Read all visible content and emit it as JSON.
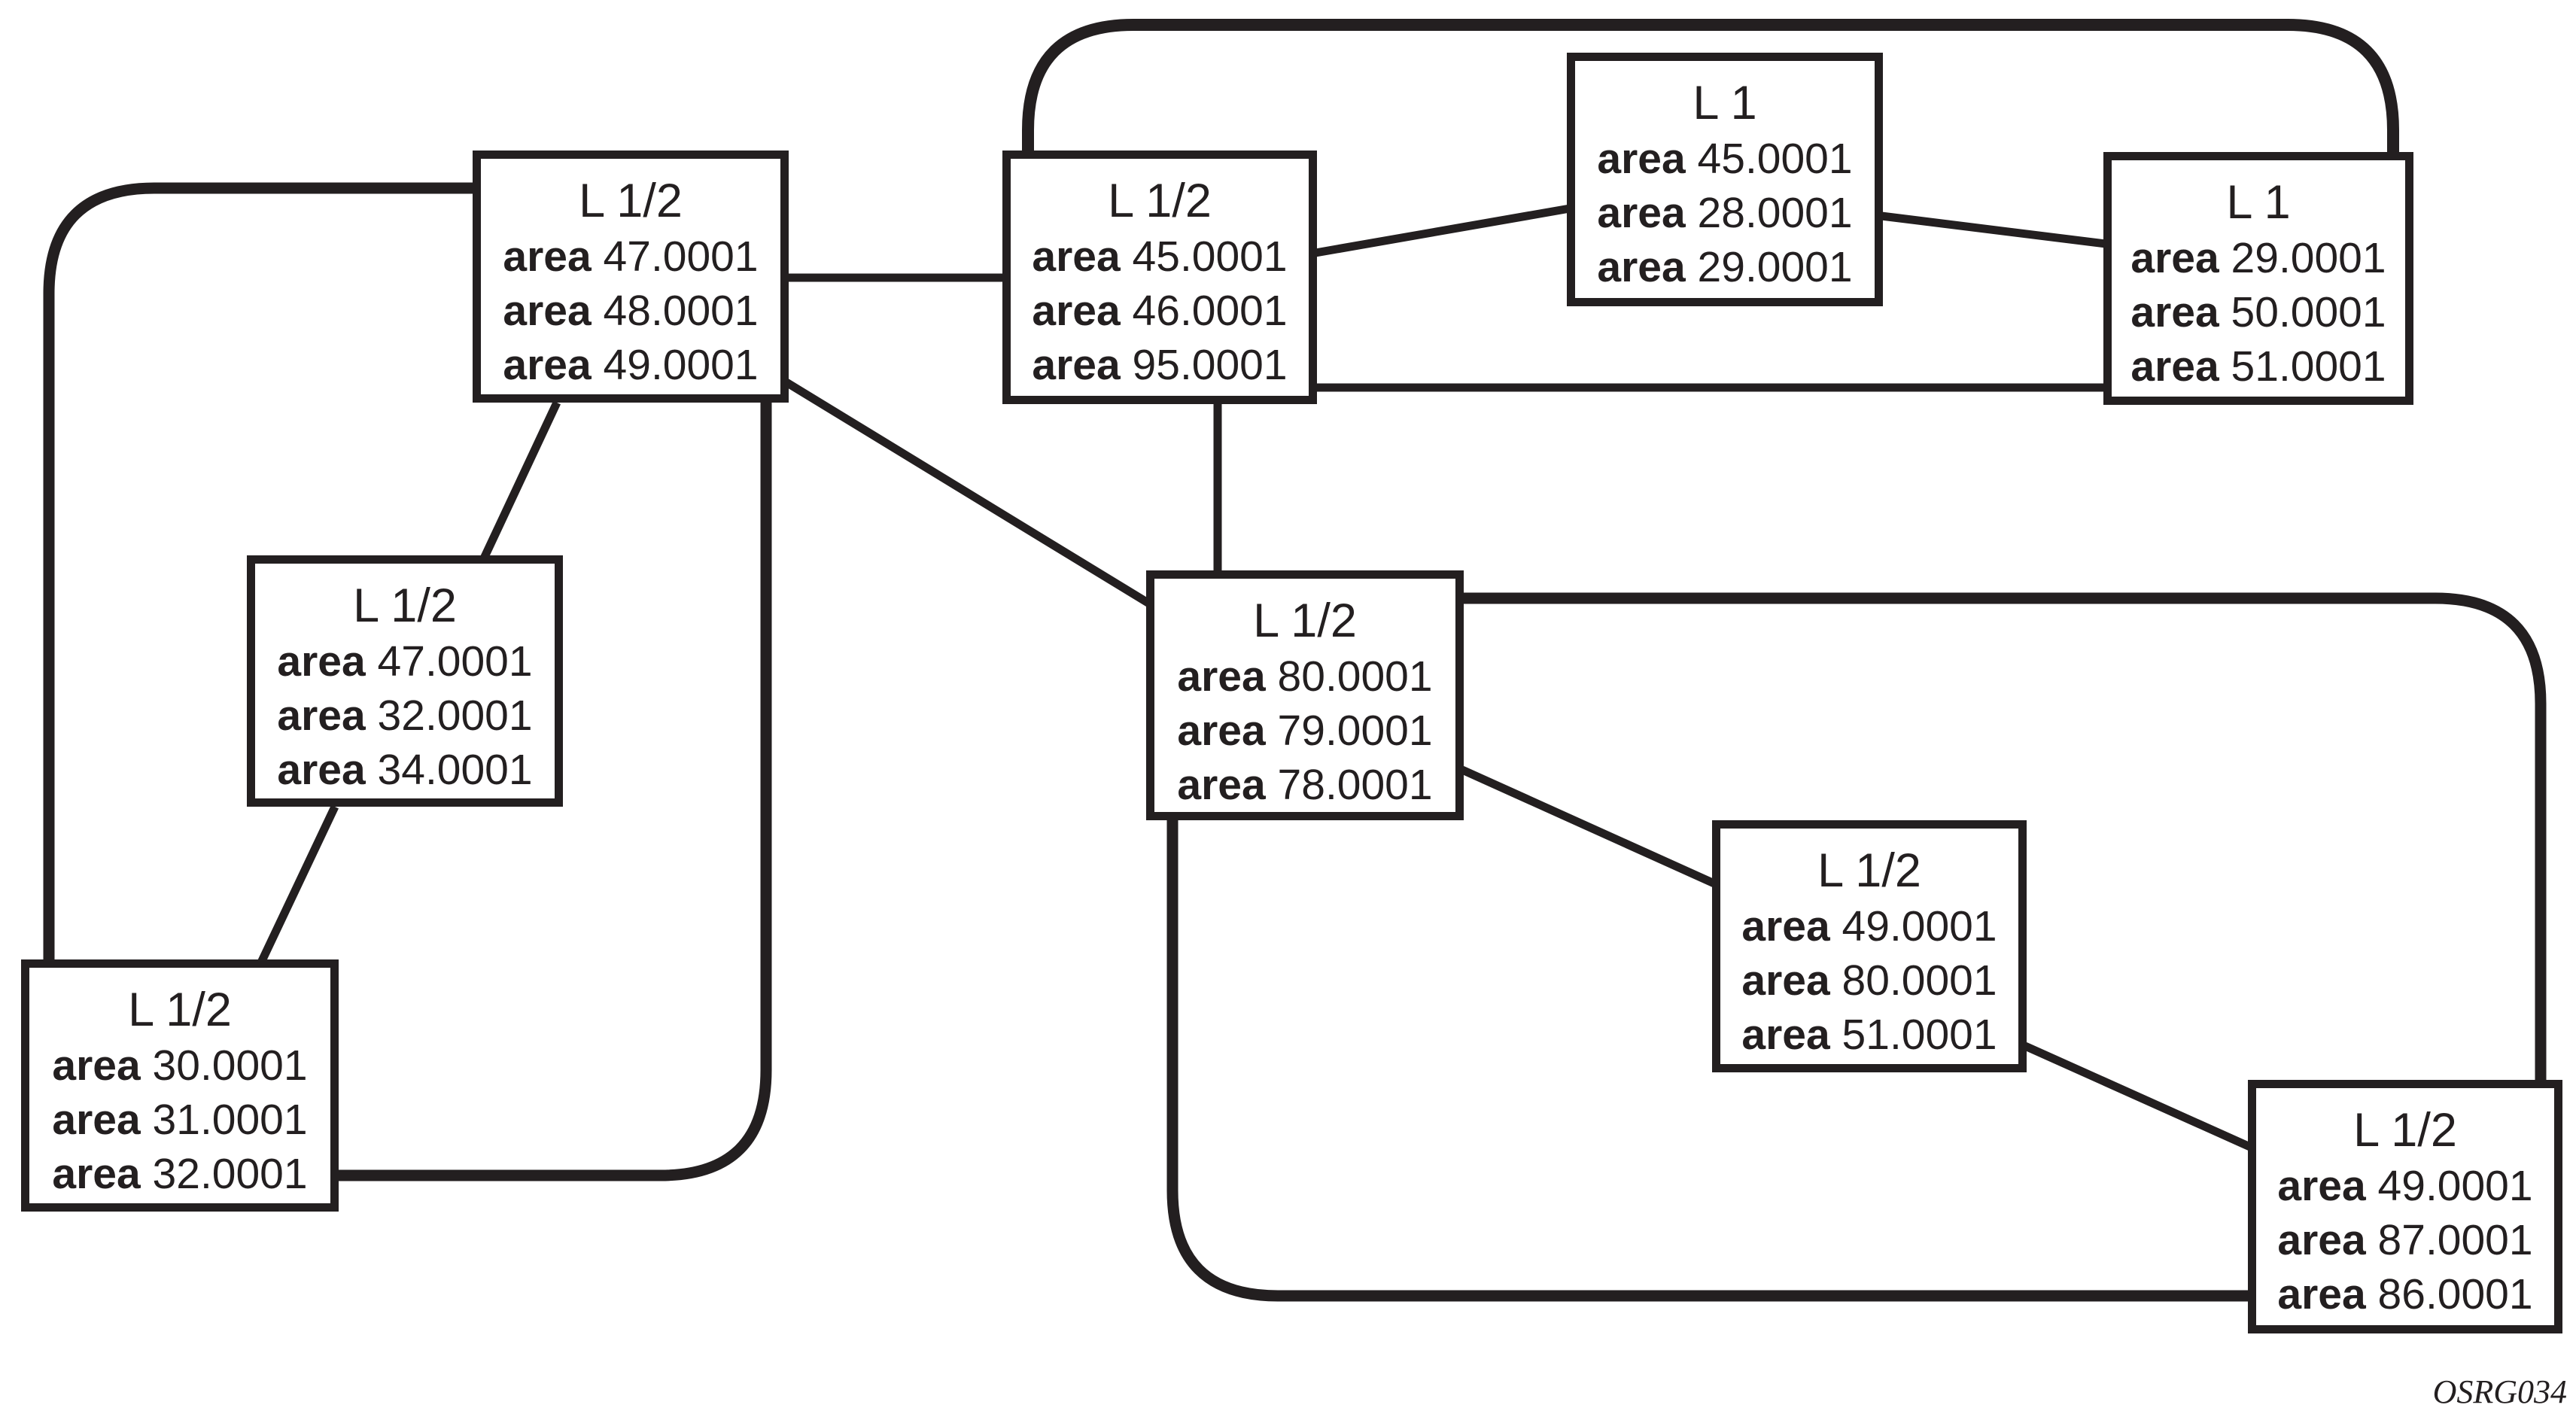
{
  "diagram": {
    "area_label": "area",
    "footer_code": "OSRG034",
    "nodes": [
      {
        "position": "top-left",
        "title": "L 1/2",
        "areas": [
          "47.0001",
          "48.0001",
          "49.0001"
        ]
      },
      {
        "position": "top-middle",
        "title": "L 1/2",
        "areas": [
          "45.0001",
          "46.0001",
          "95.0001"
        ]
      },
      {
        "position": "top-upper",
        "title": "L 1",
        "areas": [
          "45.0001",
          "28.0001",
          "29.0001"
        ]
      },
      {
        "position": "top-right",
        "title": "L 1",
        "areas": [
          "29.0001",
          "50.0001",
          "51.0001"
        ]
      },
      {
        "position": "mid-left",
        "title": "L 1/2",
        "areas": [
          "47.0001",
          "32.0001",
          "34.0001"
        ]
      },
      {
        "position": "bottom-left",
        "title": "L 1/2",
        "areas": [
          "30.0001",
          "31.0001",
          "32.0001"
        ]
      },
      {
        "position": "center",
        "title": "L 1/2",
        "areas": [
          "80.0001",
          "79.0001",
          "78.0001"
        ]
      },
      {
        "position": "mid-right",
        "title": "L 1/2",
        "areas": [
          "49.0001",
          "80.0001",
          "51.0001"
        ]
      },
      {
        "position": "bottom-right",
        "title": "L 1/2",
        "areas": [
          "49.0001",
          "87.0001",
          "86.0001"
        ]
      }
    ]
  }
}
